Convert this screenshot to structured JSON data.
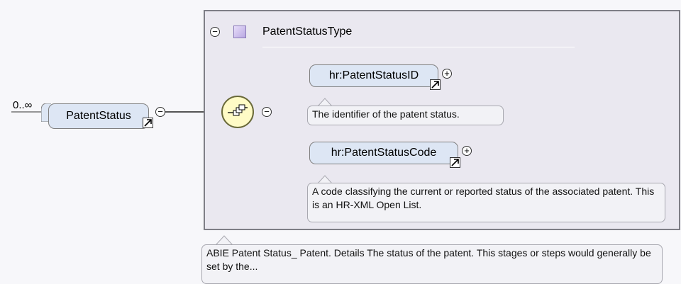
{
  "root_element": {
    "cardinality": "0..∞",
    "name": "PatentStatus"
  },
  "type_box": {
    "name": "PatentStatusType",
    "documentation": "ABIE Patent Status_ Patent. Details The status of the patent. This stages or steps would generally be set by the..."
  },
  "sequence": {
    "collapse_symbol": "⊖"
  },
  "children": [
    {
      "name": "hr:PatentStatusID",
      "expand_symbol": "+",
      "documentation": "The identifier of the patent status."
    },
    {
      "name": "hr:PatentStatusCode",
      "expand_symbol": "+",
      "documentation": "A code classifying the current or reported status of the associated patent. This is an HR-XML Open List."
    }
  ],
  "symbols": {
    "collapse": "−",
    "expand": "+"
  }
}
